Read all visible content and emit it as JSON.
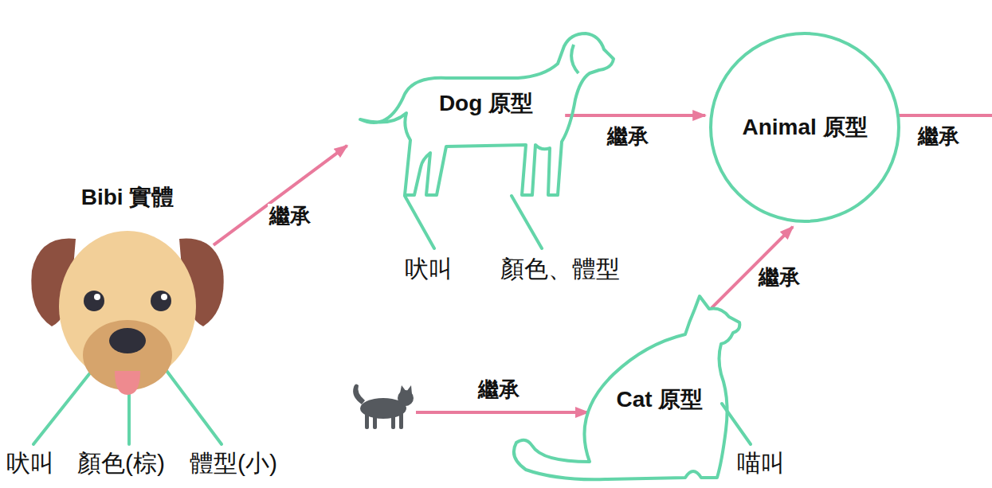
{
  "diagram": {
    "nodes": [
      {
        "text": [
          "Bibi 實體"
        ]
      },
      {
        "text": [
          "Dog 原型"
        ]
      },
      {
        "text": [
          "Animal 原型"
        ]
      },
      {
        "text": [
          "Cat 原型"
        ]
      }
    ],
    "edges": [
      {
        "from": 0,
        "to": 1,
        "arrow": "to",
        "label": "繼承"
      },
      {
        "from": 1,
        "to": 2,
        "arrow": "to",
        "label": "繼承"
      },
      {
        "from": 3,
        "to": 2,
        "arrow": "to",
        "label": "繼承"
      }
    ],
    "labels": [
      "吠叫",
      "顏色(棕)",
      "體型(小)",
      "吠叫",
      "顏色、體型",
      "喵叫",
      "繼承",
      "繼承"
    ]
  }
}
